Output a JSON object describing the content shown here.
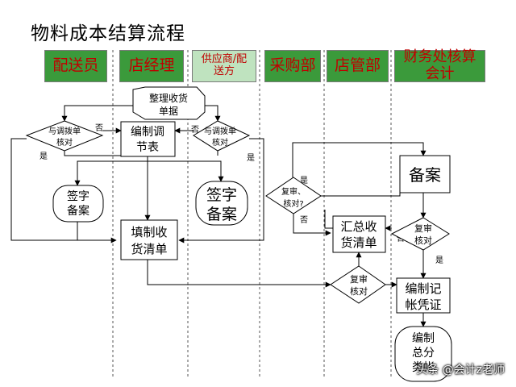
{
  "title": "物料成本结算流程",
  "lanes": [
    {
      "label": "配送员"
    },
    {
      "label": "店经理"
    },
    {
      "label": "供应商/配送方"
    },
    {
      "label": "采购部"
    },
    {
      "label": "店管部"
    },
    {
      "label": "财务处核算会计"
    }
  ],
  "nodes": {
    "organize": "整理收货单据",
    "verify_left": "与调拨单核对",
    "compile_table": "编制调节表",
    "verify_right": "与调拨单核对",
    "sign_left": "签字备案",
    "sign_right": "签字备案",
    "fill_receipt": "填制收货清单",
    "review_procure": "复审、核对?",
    "summary_receipt": "汇总收货清单",
    "review_store": "复审核对",
    "archive": "备案",
    "review_finance": "复审核对",
    "voucher": "编制记帐凭证",
    "summary_account": "编制总分类帐"
  },
  "edge_labels": {
    "no": "否",
    "yes": "是",
    "question_yes": "是",
    "question_no": "否"
  },
  "watermark": "头条 @会计z老师"
}
